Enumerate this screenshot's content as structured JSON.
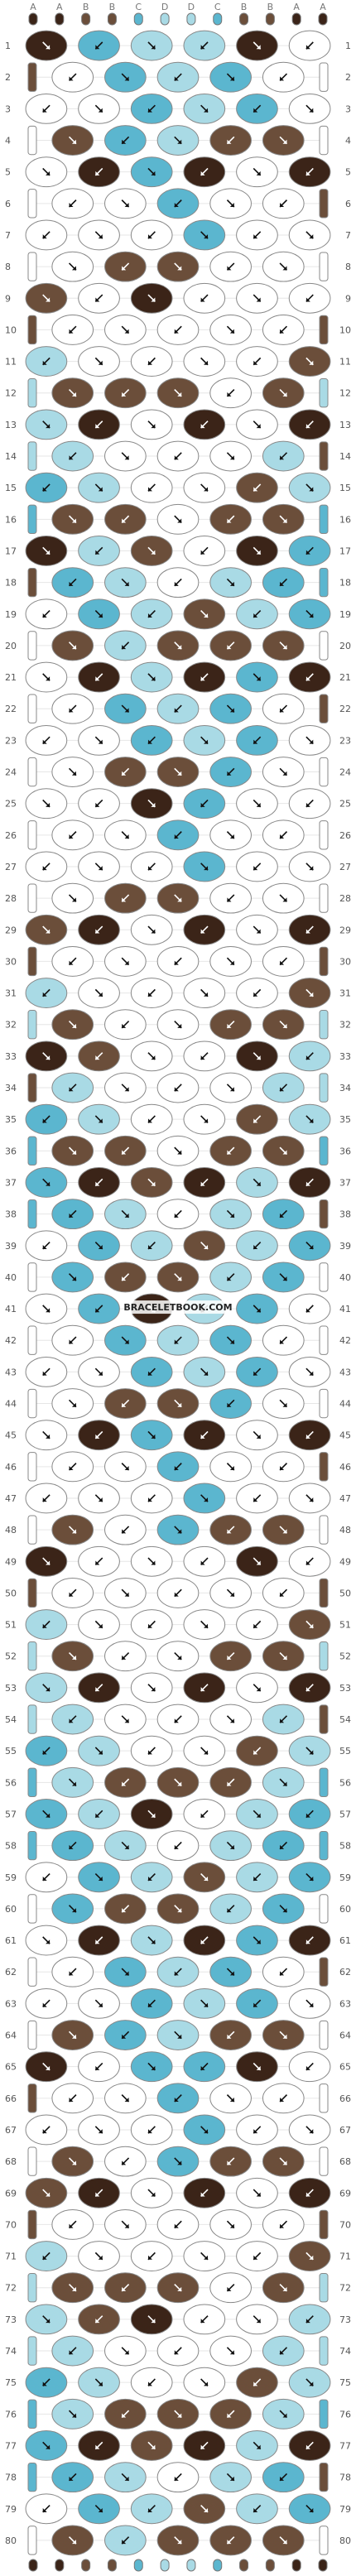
{
  "pattern": {
    "watermark": "BRACELETBOOK.COM",
    "strand_letters": [
      "A",
      "A",
      "B",
      "B",
      "C",
      "D",
      "D",
      "C",
      "B",
      "B",
      "A",
      "A"
    ],
    "row_count": 80,
    "strand_count": 12,
    "palette": {
      "A": "#3b2418",
      "B": "#6b4e3a",
      "C": "#5bb6cf",
      "D": "#a9dae5",
      "W": "#ffffff"
    },
    "outline_color": "#888888"
  }
}
